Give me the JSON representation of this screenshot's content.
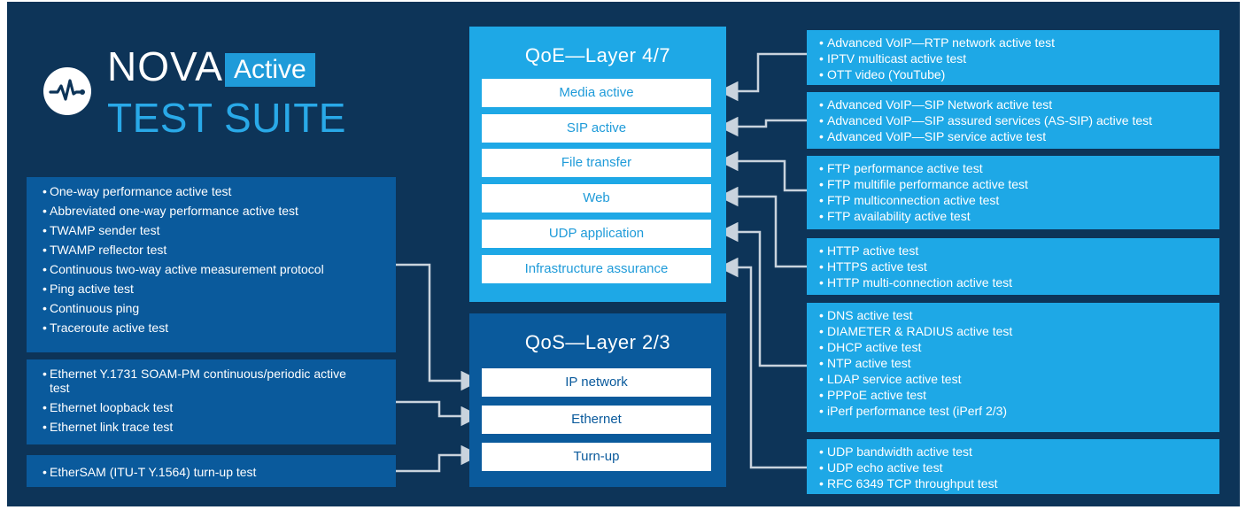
{
  "logo": {
    "name": "NOVA",
    "badge": "Active",
    "subtitle": "TEST SUITE"
  },
  "colors": {
    "background": "#0d3458",
    "dark_blue": "#0a5a9c",
    "light_blue": "#1ea8e6",
    "connector": "#c9d3dd"
  },
  "qoe": {
    "title": "QoE—Layer 4/7",
    "items": [
      "Media active",
      "SIP active",
      "File transfer",
      "Web",
      "UDP application",
      "Infrastructure assurance"
    ]
  },
  "qos": {
    "title": "QoS—Layer 2/3",
    "items": [
      "IP network",
      "Ethernet",
      "Turn-up"
    ]
  },
  "left_groups": [
    {
      "items": [
        "One-way performance active test",
        "Abbreviated one-way performance active test",
        "TWAMP sender test",
        "TWAMP reflector test",
        "Continuous two-way active measurement protocol",
        "Ping active test",
        "Continuous ping",
        "Traceroute active test"
      ]
    },
    {
      "items": [
        "Ethernet Y.1731 SOAM-PM continuous/periodic active test",
        "Ethernet loopback test",
        "Ethernet link trace test"
      ]
    },
    {
      "items": [
        "EtherSAM (ITU-T Y.1564) turn-up test"
      ]
    }
  ],
  "right_groups": [
    {
      "items": [
        "Advanced VoIP—RTP network active test",
        "IPTV multicast active test",
        "OTT video (YouTube)"
      ]
    },
    {
      "items": [
        "Advanced VoIP—SIP Network active test",
        "Advanced VoIP—SIP assured services (AS-SIP) active test",
        "Advanced VoIP—SIP service active test"
      ]
    },
    {
      "items": [
        "FTP performance active test",
        "FTP multifile performance active test",
        "FTP multiconnection active test",
        "FTP availability active test"
      ]
    },
    {
      "items": [
        "HTTP active test",
        "HTTPS active test",
        "HTTP multi-connection active test"
      ]
    },
    {
      "items": [
        "DNS active test",
        "DIAMETER & RADIUS active test",
        "DHCP active test",
        "NTP active test",
        "LDAP service active test",
        "PPPoE active test",
        "iPerf performance test (iPerf 2/3)"
      ]
    },
    {
      "items": [
        "UDP bandwidth active test",
        "UDP echo active test",
        "RFC 6349 TCP throughput test"
      ]
    }
  ]
}
